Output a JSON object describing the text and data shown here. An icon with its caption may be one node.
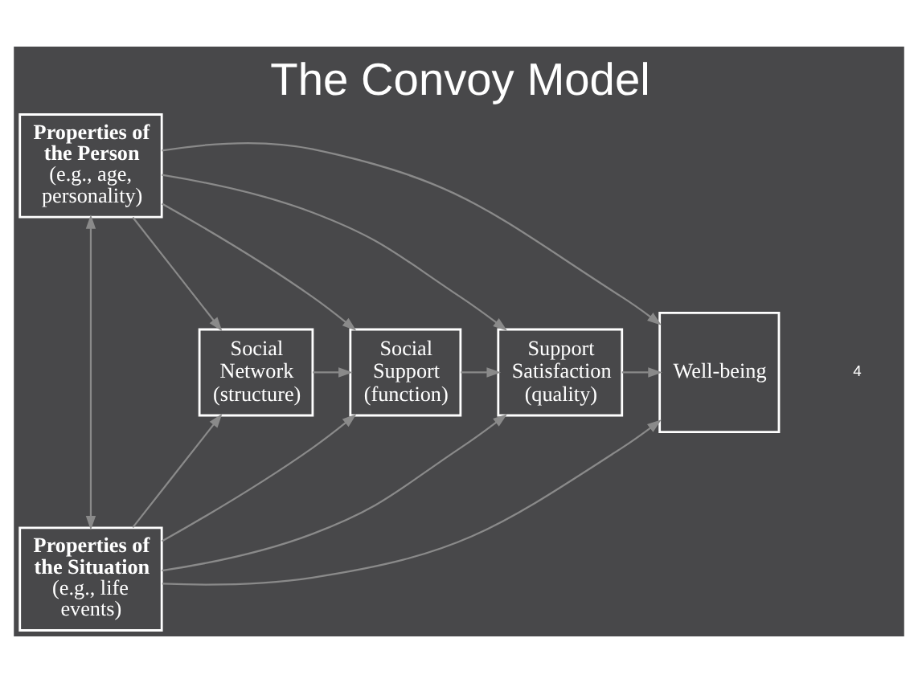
{
  "diagram": {
    "title": "The Convoy Model",
    "nodes": [
      {
        "text": [
          "Properties of the Person",
          "(e.g., age, personality)"
        ]
      },
      {
        "text": [
          "Properties of the Situation",
          "(e.g., life events)"
        ]
      },
      {
        "text": [
          "Social Network (structure)"
        ]
      },
      {
        "text": [
          "Social Support (function)"
        ]
      },
      {
        "text": [
          "Support Satisfaction (quality)"
        ]
      },
      {
        "text": [
          "Well-being"
        ]
      }
    ],
    "edges": [
      {
        "from": 0,
        "to": 1,
        "arrow": "both"
      },
      {
        "from": 0,
        "to": 2,
        "arrow": "to"
      },
      {
        "from": 0,
        "to": 3,
        "arrow": "to"
      },
      {
        "from": 0,
        "to": 4,
        "arrow": "to"
      },
      {
        "from": 0,
        "to": 5,
        "arrow": "to"
      },
      {
        "from": 1,
        "to": 2,
        "arrow": "to"
      },
      {
        "from": 1,
        "to": 3,
        "arrow": "to"
      },
      {
        "from": 1,
        "to": 4,
        "arrow": "to"
      },
      {
        "from": 1,
        "to": 5,
        "arrow": "to"
      },
      {
        "from": 2,
        "to": 3,
        "arrow": "to"
      },
      {
        "from": 3,
        "to": 4,
        "arrow": "to"
      },
      {
        "from": 4,
        "to": 5,
        "arrow": "to"
      }
    ],
    "labels": [
      "4"
    ]
  }
}
